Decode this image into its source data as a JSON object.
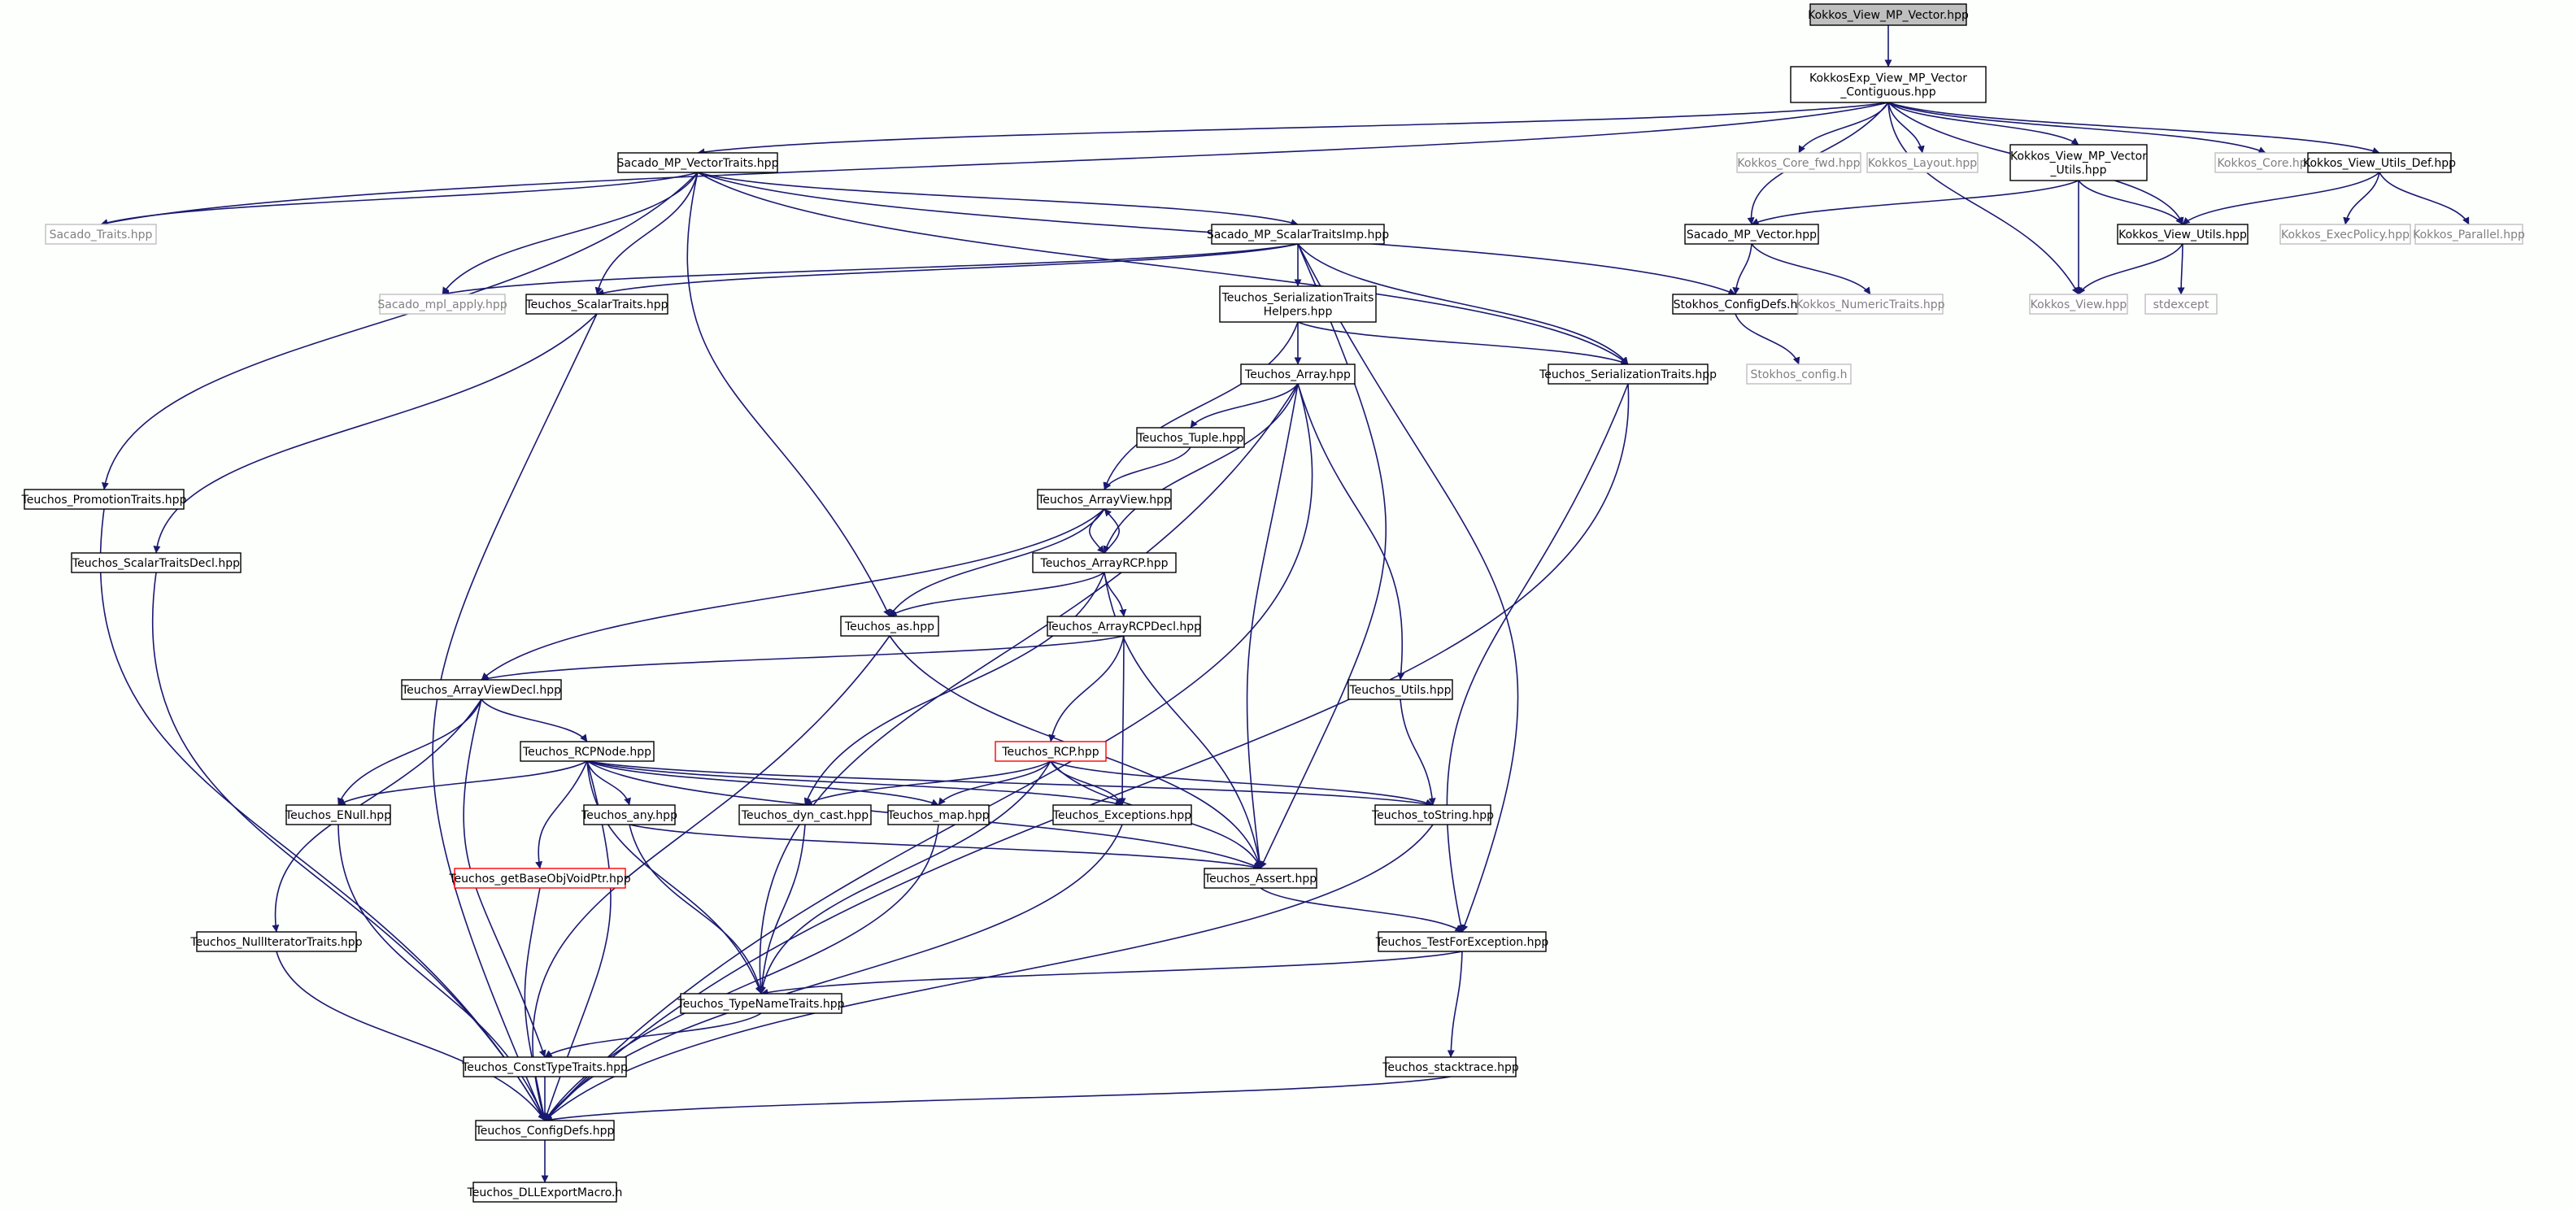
{
  "diagram": {
    "colors": {
      "background": "#fdfffd",
      "edge": "#191970",
      "node_border": "#000000",
      "root_fill": "#bfbfbf",
      "node_fill": "#ffffff",
      "ghost_border": "#bfbfbf",
      "ghost_text": "#808080",
      "truncated_border": "#ff0000",
      "text": "#000000"
    },
    "nodes": [
      {
        "id": "root",
        "label": "Kokkos_View_MP_Vector.hpp",
        "style": "root"
      },
      {
        "id": "kexp",
        "label": "KokkosExp_View_MP_Vector\n_Contiguous.hpp",
        "style": "normal"
      },
      {
        "id": "smvt",
        "label": "Sacado_MP_VectorTraits.hpp",
        "style": "normal"
      },
      {
        "id": "kcfwd",
        "label": "Kokkos_Core_fwd.hpp",
        "style": "ghost"
      },
      {
        "id": "klay",
        "label": "Kokkos_Layout.hpp",
        "style": "ghost"
      },
      {
        "id": "kvmpu",
        "label": "Kokkos_View_MP_Vector\n_Utils.hpp",
        "style": "normal"
      },
      {
        "id": "kcore",
        "label": "Kokkos_Core.hpp",
        "style": "ghost"
      },
      {
        "id": "kvud",
        "label": "Kokkos_View_Utils_Def.hpp",
        "style": "normal"
      },
      {
        "id": "sctr",
        "label": "Sacado_Traits.hpp",
        "style": "ghost"
      },
      {
        "id": "smsti",
        "label": "Sacado_MP_ScalarTraitsImp.hpp",
        "style": "normal"
      },
      {
        "id": "smpv",
        "label": "Sacado_MP_Vector.hpp",
        "style": "normal"
      },
      {
        "id": "kvu",
        "label": "Kokkos_View_Utils.hpp",
        "style": "normal"
      },
      {
        "id": "kexec",
        "label": "Kokkos_ExecPolicy.hpp",
        "style": "ghost"
      },
      {
        "id": "kpar",
        "label": "Kokkos_Parallel.hpp",
        "style": "ghost"
      },
      {
        "id": "smpl",
        "label": "Sacado_mpl_apply.hpp",
        "style": "ghost"
      },
      {
        "id": "tst",
        "label": "Teuchos_ScalarTraits.hpp",
        "style": "normal"
      },
      {
        "id": "tsth",
        "label": "Teuchos_SerializationTraits\nHelpers.hpp",
        "style": "normal"
      },
      {
        "id": "scd",
        "label": "Stokhos_ConfigDefs.h",
        "style": "normal"
      },
      {
        "id": "knt",
        "label": "Kokkos_NumericTraits.hpp",
        "style": "ghost"
      },
      {
        "id": "kview",
        "label": "Kokkos_View.hpp",
        "style": "ghost"
      },
      {
        "id": "stdex",
        "label": "stdexcept",
        "style": "ghost"
      },
      {
        "id": "tarr",
        "label": "Teuchos_Array.hpp",
        "style": "normal"
      },
      {
        "id": "tser",
        "label": "Teuchos_SerializationTraits.hpp",
        "style": "normal"
      },
      {
        "id": "skcfg",
        "label": "Stokhos_config.h",
        "style": "ghost"
      },
      {
        "id": "ttup",
        "label": "Teuchos_Tuple.hpp",
        "style": "normal"
      },
      {
        "id": "tpt",
        "label": "Teuchos_PromotionTraits.hpp",
        "style": "normal"
      },
      {
        "id": "tav",
        "label": "Teuchos_ArrayView.hpp",
        "style": "normal"
      },
      {
        "id": "tstd",
        "label": "Teuchos_ScalarTraitsDecl.hpp",
        "style": "normal"
      },
      {
        "id": "trcp_a",
        "label": "Teuchos_ArrayRCP.hpp",
        "style": "normal"
      },
      {
        "id": "tas",
        "label": "Teuchos_as.hpp",
        "style": "normal"
      },
      {
        "id": "tarcpd",
        "label": "Teuchos_ArrayRCPDecl.hpp",
        "style": "normal"
      },
      {
        "id": "tavd",
        "label": "Teuchos_ArrayViewDecl.hpp",
        "style": "normal"
      },
      {
        "id": "tutil",
        "label": "Teuchos_Utils.hpp",
        "style": "normal"
      },
      {
        "id": "trcpn",
        "label": "Teuchos_RCPNode.hpp",
        "style": "normal"
      },
      {
        "id": "trcp",
        "label": "Teuchos_RCP.hpp",
        "style": "truncated"
      },
      {
        "id": "tenull",
        "label": "Teuchos_ENull.hpp",
        "style": "normal"
      },
      {
        "id": "tany",
        "label": "Teuchos_any.hpp",
        "style": "normal"
      },
      {
        "id": "tdyn",
        "label": "Teuchos_dyn_cast.hpp",
        "style": "normal"
      },
      {
        "id": "tmap",
        "label": "Teuchos_map.hpp",
        "style": "normal"
      },
      {
        "id": "texc",
        "label": "Teuchos_Exceptions.hpp",
        "style": "normal"
      },
      {
        "id": "tts",
        "label": "Teuchos_toString.hpp",
        "style": "normal"
      },
      {
        "id": "tgbo",
        "label": "Teuchos_getBaseObjVoidPtr.hpp",
        "style": "truncated"
      },
      {
        "id": "tassert",
        "label": "Teuchos_Assert.hpp",
        "style": "normal"
      },
      {
        "id": "tnit",
        "label": "Teuchos_NullIteratorTraits.hpp",
        "style": "normal"
      },
      {
        "id": "ttfe",
        "label": "Teuchos_TestForException.hpp",
        "style": "normal"
      },
      {
        "id": "ttnt",
        "label": "Teuchos_TypeNameTraits.hpp",
        "style": "normal"
      },
      {
        "id": "tctt",
        "label": "Teuchos_ConstTypeTraits.hpp",
        "style": "normal"
      },
      {
        "id": "tstack",
        "label": "Teuchos_stacktrace.hpp",
        "style": "normal"
      },
      {
        "id": "tcd",
        "label": "Teuchos_ConfigDefs.hpp",
        "style": "normal"
      },
      {
        "id": "tdll",
        "label": "Teuchos_DLLExportMacro.h",
        "style": "normal"
      }
    ],
    "edges": [
      [
        "root",
        "kexp"
      ],
      [
        "kexp",
        "smvt"
      ],
      [
        "kexp",
        "sctr"
      ],
      [
        "kexp",
        "kcfwd"
      ],
      [
        "kexp",
        "klay"
      ],
      [
        "kexp",
        "kvmpu"
      ],
      [
        "kexp",
        "kcore"
      ],
      [
        "kexp",
        "kvud"
      ],
      [
        "kexp",
        "smpv"
      ],
      [
        "kexp",
        "kvu"
      ],
      [
        "kexp",
        "kview"
      ],
      [
        "smvt",
        "sctr"
      ],
      [
        "smvt",
        "smsti"
      ],
      [
        "smvt",
        "smpl"
      ],
      [
        "smvt",
        "tst"
      ],
      [
        "smvt",
        "tpt"
      ],
      [
        "smvt",
        "tas"
      ],
      [
        "smvt",
        "scd"
      ],
      [
        "smvt",
        "tser"
      ],
      [
        "kvmpu",
        "smpv"
      ],
      [
        "kvmpu",
        "kvu"
      ],
      [
        "kvmpu",
        "kview"
      ],
      [
        "kvud",
        "kvu"
      ],
      [
        "kvud",
        "kexec"
      ],
      [
        "kvud",
        "kpar"
      ],
      [
        "smsti",
        "smpl"
      ],
      [
        "smsti",
        "tst"
      ],
      [
        "smsti",
        "tsth"
      ],
      [
        "smsti",
        "tser"
      ],
      [
        "smsti",
        "tassert"
      ],
      [
        "smsti",
        "ttfe"
      ],
      [
        "smpv",
        "scd"
      ],
      [
        "smpv",
        "knt"
      ],
      [
        "kvu",
        "kview"
      ],
      [
        "kvu",
        "stdex"
      ],
      [
        "scd",
        "skcfg"
      ],
      [
        "tst",
        "tstd"
      ],
      [
        "tst",
        "tcd"
      ],
      [
        "tsth",
        "tarr"
      ],
      [
        "tsth",
        "tser"
      ],
      [
        "tsth",
        "tav"
      ],
      [
        "tarr",
        "ttup"
      ],
      [
        "tarr",
        "trcp_a"
      ],
      [
        "tarr",
        "tutil"
      ],
      [
        "tarr",
        "tassert"
      ],
      [
        "tarr",
        "ttnt"
      ],
      [
        "tarr",
        "tcd"
      ],
      [
        "tser",
        "ttfe"
      ],
      [
        "tser",
        "tcd"
      ],
      [
        "ttup",
        "tav"
      ],
      [
        "tav",
        "trcp_a"
      ],
      [
        "tav",
        "tas"
      ],
      [
        "tav",
        "tavd"
      ],
      [
        "trcp_a",
        "tav"
      ],
      [
        "trcp_a",
        "tas"
      ],
      [
        "trcp_a",
        "tarcpd"
      ],
      [
        "trcp_a",
        "tdyn"
      ],
      [
        "trcp_a",
        "tassert"
      ],
      [
        "tpt",
        "tcd"
      ],
      [
        "tstd",
        "tcd"
      ],
      [
        "tas",
        "tassert"
      ],
      [
        "tas",
        "tcd"
      ],
      [
        "tarcpd",
        "tavd"
      ],
      [
        "tarcpd",
        "trcp"
      ],
      [
        "tarcpd",
        "texc"
      ],
      [
        "tavd",
        "trcpn"
      ],
      [
        "tavd",
        "tenull"
      ],
      [
        "tavd",
        "tnit"
      ],
      [
        "tavd",
        "tctt"
      ],
      [
        "tutil",
        "tts"
      ],
      [
        "trcpn",
        "tenull"
      ],
      [
        "trcpn",
        "tany"
      ],
      [
        "trcpn",
        "tmap"
      ],
      [
        "trcpn",
        "texc"
      ],
      [
        "trcpn",
        "tts"
      ],
      [
        "trcpn",
        "tgbo"
      ],
      [
        "trcpn",
        "tassert"
      ],
      [
        "trcpn",
        "ttnt"
      ],
      [
        "trcpn",
        "tcd"
      ],
      [
        "trcp",
        "tdyn"
      ],
      [
        "trcp",
        "tmap"
      ],
      [
        "trcp",
        "texc"
      ],
      [
        "trcp",
        "tts"
      ],
      [
        "trcp",
        "tassert"
      ],
      [
        "trcp",
        "ttnt"
      ],
      [
        "tenull",
        "tcd"
      ],
      [
        "tany",
        "tassert"
      ],
      [
        "tany",
        "ttnt"
      ],
      [
        "tdyn",
        "ttnt"
      ],
      [
        "tmap",
        "tcd"
      ],
      [
        "texc",
        "tcd"
      ],
      [
        "tts",
        "tcd"
      ],
      [
        "tgbo",
        "tcd"
      ],
      [
        "tassert",
        "ttfe"
      ],
      [
        "ttfe",
        "ttnt"
      ],
      [
        "ttfe",
        "tstack"
      ],
      [
        "tnit",
        "tcd"
      ],
      [
        "ttnt",
        "tctt"
      ],
      [
        "tctt",
        "tcd"
      ],
      [
        "tstack",
        "tcd"
      ],
      [
        "tcd",
        "tdll"
      ]
    ]
  }
}
